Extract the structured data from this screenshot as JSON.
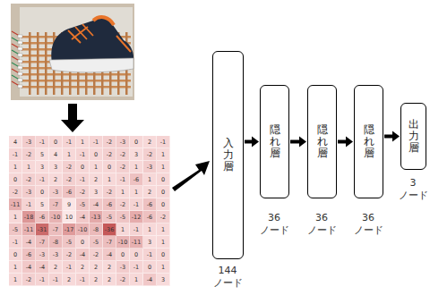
{
  "diagram": {
    "nodes": [
      {
        "text": [
          "入力層"
        ]
      },
      {
        "text": [
          "隠れ層"
        ]
      },
      {
        "text": [
          "隠れ層"
        ]
      },
      {
        "text": [
          "隠れ層"
        ]
      },
      {
        "text": [
          "出力層"
        ]
      }
    ],
    "edges": [
      {
        "from": 0,
        "to": 1,
        "arrow": "to"
      },
      {
        "from": 1,
        "to": 2,
        "arrow": "to"
      },
      {
        "from": 2,
        "to": 3,
        "arrow": "to"
      },
      {
        "from": 3,
        "to": 4,
        "arrow": "to"
      }
    ],
    "labels": [
      "4",
      "-3",
      "-1",
      "0",
      "-1",
      "1",
      "-1",
      "-2",
      "-3",
      "0",
      "2",
      "-1",
      "-1",
      "-2",
      "5",
      "4",
      "1",
      "-1",
      "0",
      "-2",
      "-2",
      "3",
      "-2",
      "1",
      "1",
      "1",
      "3",
      "3",
      "-2",
      "0",
      "1",
      "0",
      "-2",
      "1",
      "-3",
      "1",
      "0",
      "-2",
      "-1",
      "2",
      "-2",
      "-1",
      "2",
      "1",
      "-1",
      "-6",
      "1",
      "0",
      "-2",
      "-3",
      "0",
      "-3",
      "-6",
      "-2",
      "3",
      "-2",
      "1",
      "1",
      "2",
      "0",
      "-11",
      "-1",
      "5",
      "-7",
      "9",
      "-5",
      "-4",
      "-6",
      "-2",
      "-1",
      "-6",
      "0",
      "1",
      "-18",
      "-6",
      "-10",
      "10",
      "-4",
      "-13",
      "-5",
      "-5",
      "-12",
      "-6",
      "-2",
      "-5",
      "-11",
      "-31",
      "-7",
      "-17",
      "-10",
      "-8",
      "-36",
      "1",
      "-1",
      "1",
      "1",
      "-1",
      "-4",
      "-7",
      "-8",
      "-5",
      "0",
      "-5",
      "-7",
      "-10",
      "-11",
      "3",
      "1",
      "0",
      "-6",
      "-3",
      "-3",
      "-2",
      "-4",
      "-2",
      "-4",
      "0",
      "0",
      "-1",
      "0",
      "1",
      "-4",
      "-4",
      "2",
      "-1",
      "2",
      "2",
      "2",
      "-3",
      "-1",
      "0",
      "1",
      "1",
      "-2",
      "-1",
      "-1",
      "2",
      "-1",
      "2",
      "2",
      "-2",
      "1",
      "-4",
      "3",
      "144 ノード",
      "36 ノード",
      "36 ノード",
      "36 ノード",
      "3 ノード"
    ]
  }
}
